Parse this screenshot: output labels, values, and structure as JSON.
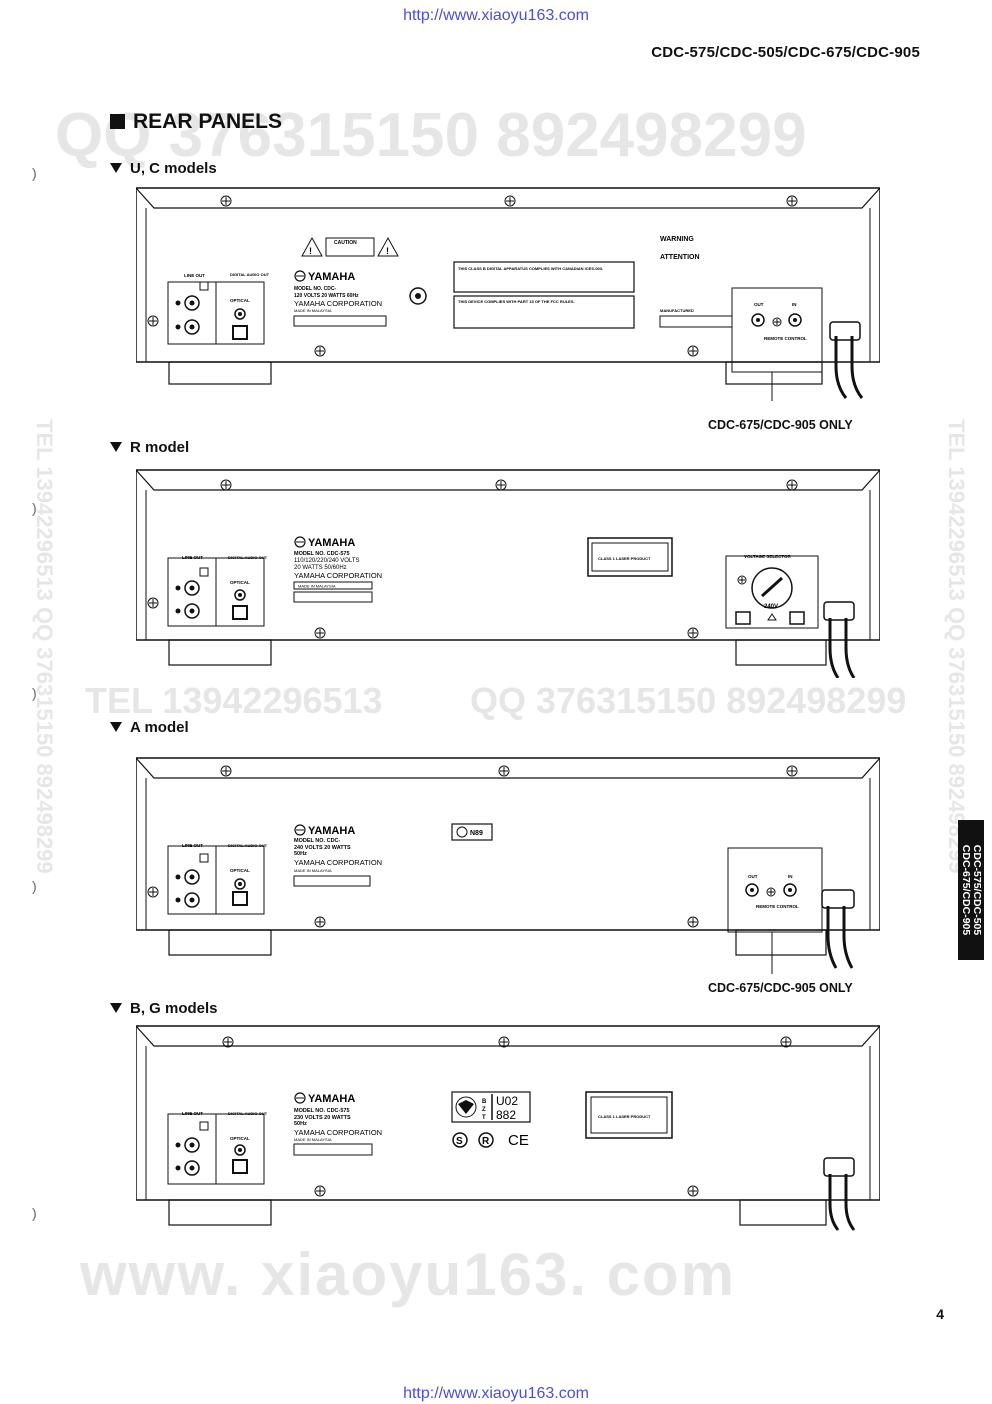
{
  "header": {
    "url_top": "http://www.xiaoyu163.com",
    "models": "CDC-575/CDC-505/CDC-675/CDC-905",
    "url_bottom": "http://www.xiaoyu163.com"
  },
  "section": {
    "title": "REAR PANELS"
  },
  "watermarks": {
    "qq_top": "QQ 376315150  892498299",
    "tel_mid": "TEL 13942296513",
    "qq_mid": "QQ 376315150  892498299",
    "website": "www. xiaoyu163. com",
    "left_vertical": "TEL 13942296513  QQ 376315150  892498299",
    "right_vertical": "TEL 13942296513  QQ 376315150  892498299"
  },
  "panels": [
    {
      "heading": "U, C models",
      "only_label": "CDC-675/CDC-905 ONLY",
      "line_out": "LINE OUT",
      "digital_out": "DIGITAL AUDIO OUT",
      "optical": "OPTICAL",
      "brand": "YAMAHA",
      "model_no": "MODEL NO. CDC-",
      "rating": "120 VOLTS  20 WATTS  60Hz",
      "corp": "YAMAHA CORPORATION",
      "made_in": "MADE IN MALAYSIA",
      "caution": "CAUTION",
      "canada_notice": "THIS CLASS B DIGITAL APPARATUS COMPLIES WITH CANADIAN ICES-003.",
      "fcc_notice": "THIS DEVICE COMPLIES WITH PART 15 OF THE FCC RULES.",
      "warning": "WARNING",
      "attention": "ATTENTION",
      "manufactured": "MANUFACTURED",
      "remote_out": "OUT",
      "remote_in": "IN",
      "remote_control": "REMOTE CONTROL"
    },
    {
      "heading": "R model",
      "line_out": "LINE OUT",
      "digital_out": "DIGITAL AUDIO OUT",
      "optical": "OPTICAL",
      "brand": "YAMAHA",
      "model_no": "MODEL NO. CDC-575",
      "rating": "110/120/220/240 VOLTS",
      "rating2": "20 WATTS  50/60Hz",
      "corp": "YAMAHA CORPORATION",
      "made_in": "MADE IN MALAYSIA",
      "laser_label": "CLASS 1 LASER PRODUCT",
      "voltage_selector": "VOLTAGE SELECTOR",
      "voltage_value": "240V"
    },
    {
      "heading": "A model",
      "only_label": "CDC-675/CDC-905 ONLY",
      "line_out": "LINE OUT",
      "digital_out": "DIGITAL AUDIO OUT",
      "optical": "OPTICAL",
      "brand": "YAMAHA",
      "model_no": "MODEL NO. CDC-",
      "rating": "240 VOLTS  20 WATTS",
      "rating2": "50Hz",
      "corp": "YAMAHA CORPORATION",
      "made_in": "MADE IN MALAYSIA",
      "compliance": "N89",
      "remote_out": "OUT",
      "remote_in": "IN",
      "remote_control": "REMOTE CONTROL"
    },
    {
      "heading": "B, G models",
      "line_out": "LINE OUT",
      "digital_out": "DIGITAL AUDIO OUT",
      "optical": "OPTICAL",
      "brand": "YAMAHA",
      "model_no": "MODEL NO. CDC-575",
      "rating": "230 VOLTS  20 WATTS",
      "rating2": "50Hz",
      "corp": "YAMAHA CORPORATION",
      "made_in": "MADE IN MALAYSIA",
      "bzt_code1": "U02",
      "bzt_code2": "882",
      "laser_label": "CLASS 1 LASER PRODUCT"
    }
  ],
  "side_tab": {
    "line1": "CDC-575/CDC-505",
    "line2": "CDC-675/CDC-905"
  },
  "page_number": "4"
}
